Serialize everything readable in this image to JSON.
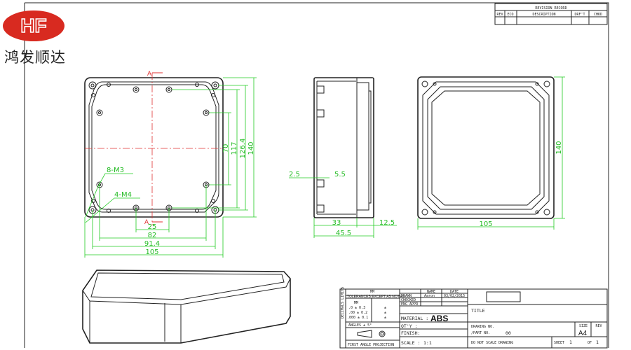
{
  "logo": {
    "mark": "HF",
    "company": "鸿发顺达",
    "color": "#d82a20"
  },
  "revision_record": {
    "title": "REVISION RECORD",
    "columns": [
      "REV",
      "ECO",
      "DESCRIPTION",
      "DRF'T",
      "CHKD"
    ]
  },
  "front_view": {
    "section_mark_top": "A",
    "section_mark_bottom": "A",
    "callouts": [
      "8-M3",
      "4-M4"
    ],
    "vertical_dims": [
      "70",
      "117",
      "126.4",
      "140"
    ],
    "horizontal_dims": [
      "25",
      "82",
      "91.4",
      "105"
    ]
  },
  "side_view": {
    "dims": [
      "2.5",
      "5.5",
      "33",
      "12.5",
      "45.5"
    ]
  },
  "back_view": {
    "dims": [
      "140",
      "105"
    ]
  },
  "title_block": {
    "side_label": "DECIMALS LIMITS",
    "units_label": "MM",
    "tolerance_header": "TOLERANCES EXCEPT AS NOTED",
    "tolerances": [
      [
        "MM",
        ""
      ],
      [
        ".0 ± 0.3",
        "±"
      ],
      [
        ".00 ± 0.2",
        "±"
      ],
      [
        ".000 ± 0.1",
        "±"
      ]
    ],
    "angles": "ANGLES ± 5°",
    "projection": "FIRST ANGLE PROJECTION",
    "name_header": "NAME",
    "date_header": "DATE",
    "drawn_label": "DRAWN",
    "drawn_name": "Aaron",
    "drawn_date": "03/02/2015",
    "checked_label": "CHECKED",
    "eng_appr_label": "ENG APPR",
    "material_label": "MATERIAL :",
    "material_value": "ABS",
    "qty_label": "QT'Y :",
    "finish_label": "FINISH:",
    "scale_label": "SCALE :",
    "scale_value": "1:1",
    "title_label": "TITLE",
    "drawing_no_label": "DRAWING NO.",
    "part_no_label": "/PART  NO.",
    "part_no_value": "00",
    "size_label": "SIZE",
    "size_value": "A4",
    "rev_label": "REV",
    "do_not_scale": "DO NOT SCALE DRAWING",
    "sheet_label": "SHEET",
    "sheet_value": "1",
    "of_label": "OF",
    "of_value": "1"
  }
}
